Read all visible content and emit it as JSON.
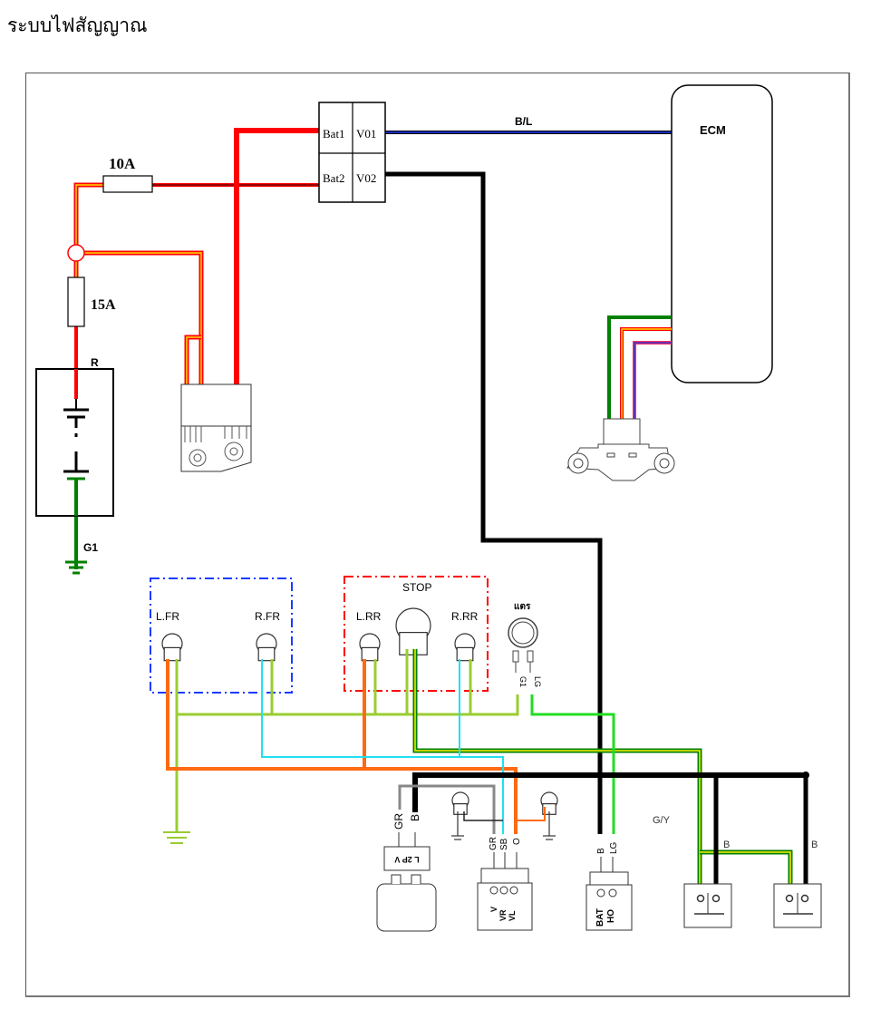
{
  "page": {
    "title": "ระบบไฟสัญญาณ"
  },
  "diagram": {
    "fuses": {
      "main": "15A",
      "sub": "10A"
    },
    "battery": {
      "positive_wire": "R",
      "ground_wire": "G1"
    },
    "junction_block": {
      "cells": [
        "Bat1",
        "V01",
        "Bat2",
        "V02"
      ]
    },
    "ecm": {
      "label": "ECM",
      "input_wire": "B/L"
    },
    "lamps": {
      "front_left": "L.FR",
      "front_right": "R.FR",
      "stop": "STOP",
      "rear_left": "L.RR",
      "rear_right": "R.RR",
      "indicator": "แตร"
    },
    "indicator_pins": [
      "G1",
      "LG"
    ],
    "connectors": {
      "relay": {
        "wires": [
          "GR",
          "B"
        ],
        "label": "L 2P V"
      },
      "switch": {
        "wires": [
          "GR",
          "SB",
          "O"
        ],
        "pins": [
          "V",
          "VR",
          "VL"
        ]
      },
      "horn_switch": {
        "wires": [
          "B",
          "LG"
        ],
        "pins": [
          "BAT",
          "HO"
        ]
      }
    },
    "wire_labels": {
      "gy": "G/Y",
      "b_left": "B",
      "b_right": "B"
    },
    "colors": {
      "red": "#ff0000",
      "dark_red": "#8b0000",
      "yellow": "#ffd700",
      "green": "#008000",
      "yellow_green": "#9acd32",
      "lime": "#22dd22",
      "orange": "#ff6a13",
      "cyan": "#22e0f0",
      "black": "#000000",
      "gray": "#888888",
      "blue": "#1a3cff",
      "purple": "#b03080"
    }
  }
}
